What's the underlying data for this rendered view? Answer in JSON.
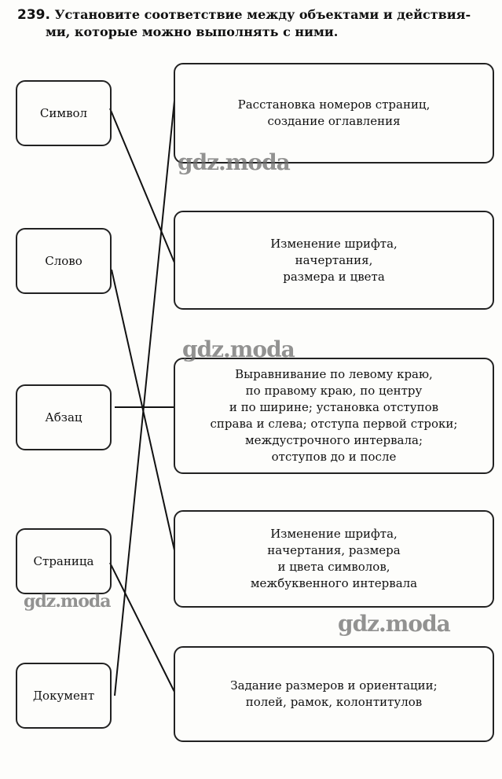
{
  "exercise": {
    "number": "239.",
    "text_line1": "Установите соответствие между объектами и действия-",
    "text_line2": "ми, которые можно выполнять с ними."
  },
  "objects": [
    "Символ",
    "Слово",
    "Абзац",
    "Страница",
    "Документ"
  ],
  "actions": [
    [
      "Расстановка номеров страниц,",
      "создание оглавления"
    ],
    [
      "Изменение шрифта,",
      "начертания,",
      "размера и цвета"
    ],
    [
      "Выравнивание по левому краю,",
      "по правому краю, по центру",
      "и по ширине; установка отступов",
      "справа и слева; отступа первой строки;",
      "междустрочного интервала;",
      "отступов до и после"
    ],
    [
      "Изменение шрифта,",
      "начертания, размера",
      "и цвета символов,",
      "межбуквенного интервала"
    ],
    [
      "Задание размеров и ориентации;",
      "полей, рамок, колонтитулов"
    ]
  ],
  "matches": [
    {
      "object": "Символ",
      "action": 2
    },
    {
      "object": "Слово",
      "action": 4
    },
    {
      "object": "Абзац",
      "action": 3
    },
    {
      "object": "Страница",
      "action": 5
    },
    {
      "object": "Документ",
      "action": 1
    }
  ],
  "watermark": "gdz.moda"
}
